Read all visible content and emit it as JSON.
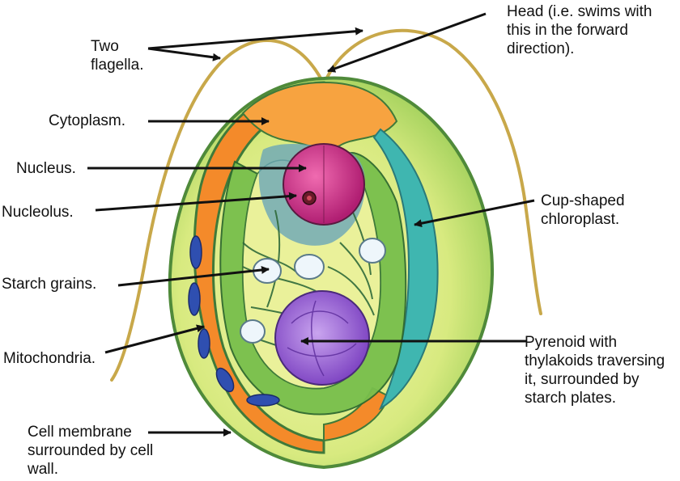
{
  "diagram": {
    "labels": {
      "two_flagella": "Two\nflagella.",
      "head": "Head (i.e. swims with\nthis in the forward\ndirection).",
      "cytoplasm": "Cytoplasm.",
      "nucleus": "Nucleus.",
      "nucleolus": "Nucleolus.",
      "cup_chloroplast": "Cup-shaped\nchloroplast.",
      "starch_grains": "Starch grains.",
      "mitochondria": "Mitochondria.",
      "pyrenoid": "Pyrenoid with\nthylakoids traversing\nit, surrounded by\nstarch plates.",
      "cell_membrane": "Cell membrane\nsurrounded by cell\nwall."
    },
    "colors": {
      "flagella": "#c8a84a",
      "cell_wall": "#d9ec86",
      "cell_wall_edge": "#4f8a3a",
      "cytoplasm_orange": "#f48a2a",
      "chloroplast_teal": "#3fb6b0",
      "chloroplast_green": "#78bf4c",
      "interior_yellow": "#eaf19a",
      "nucleus_magenta": "#d6338c",
      "pyrenoid_purple": "#8f5ad0",
      "mitochondria_blue": "#2f4fb0",
      "starch_white": "#eef6fb",
      "arrow": "#111111"
    }
  }
}
